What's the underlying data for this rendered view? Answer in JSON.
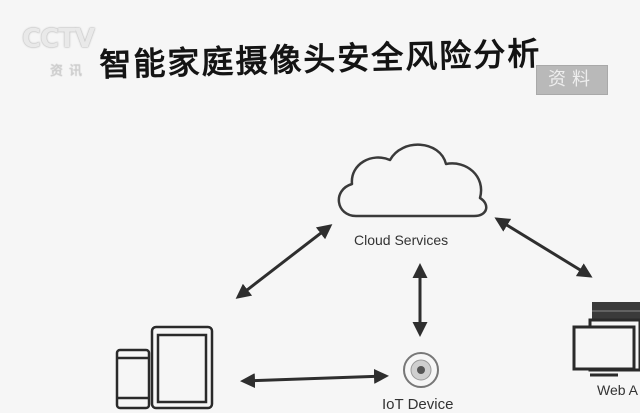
{
  "header": {
    "logo_text": "CCTV",
    "logo_sub": "资讯",
    "title": "智能家庭摄像头安全风险分析",
    "badge": "资料"
  },
  "diagram": {
    "cloud_label": "Cloud Services",
    "iot_label": "IoT Device",
    "web_label": "Web A",
    "connections": [
      "mobile-cloud",
      "cloud-iot",
      "cloud-web",
      "mobile-iot"
    ]
  },
  "colors": {
    "background": "#f6f6f6",
    "line": "#2e2e2e",
    "title": "#141414"
  }
}
